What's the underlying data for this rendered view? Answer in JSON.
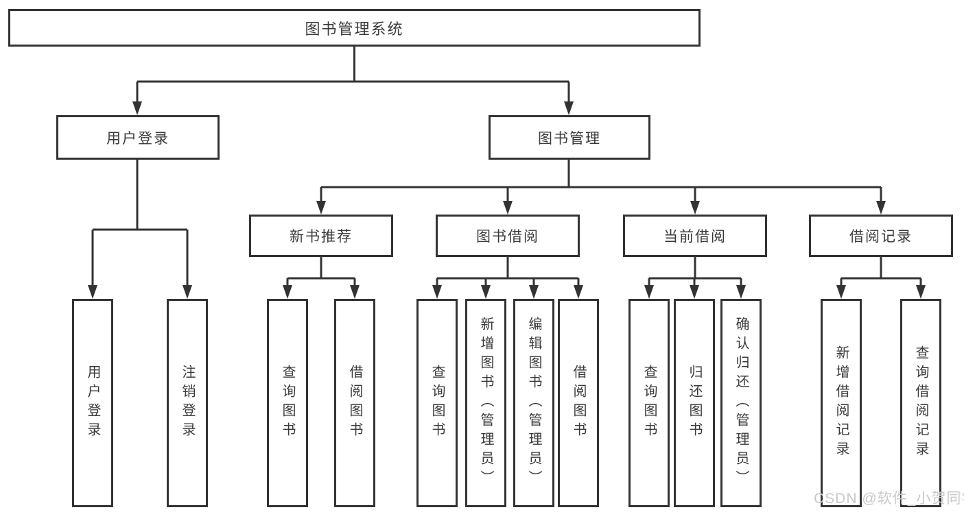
{
  "page": {
    "background": "#ffffff"
  },
  "colors": {
    "line": "#333333",
    "box_border": "#333333",
    "box_fill": "#ffffff",
    "text": "#3a3a3a",
    "watermark": "#c8c8c8"
  },
  "watermark": {
    "text": "CSDN @软件_小贺同学"
  },
  "tree": {
    "root": {
      "label": "图书管理系统"
    },
    "branches": [
      {
        "label": "用户登录",
        "children": [
          {
            "label": "用户登录"
          },
          {
            "label": "注销登录"
          }
        ]
      },
      {
        "label": "图书管理",
        "children": [
          {
            "label": "新书推荐",
            "children": [
              {
                "label": "查询图书"
              },
              {
                "label": "借阅图书"
              }
            ]
          },
          {
            "label": "图书借阅",
            "children": [
              {
                "label": "查询图书"
              },
              {
                "label": "新增图书（管理员）"
              },
              {
                "label": "编辑图书（管理员）"
              },
              {
                "label": "借阅图书"
              }
            ]
          },
          {
            "label": "当前借阅",
            "children": [
              {
                "label": "查询图书"
              },
              {
                "label": "归还图书"
              },
              {
                "label": "确认归还（管理员）"
              }
            ]
          },
          {
            "label": "借阅记录",
            "children": [
              {
                "label": "新增借阅记录"
              },
              {
                "label": "查询借阅记录"
              }
            ]
          }
        ]
      }
    ]
  }
}
